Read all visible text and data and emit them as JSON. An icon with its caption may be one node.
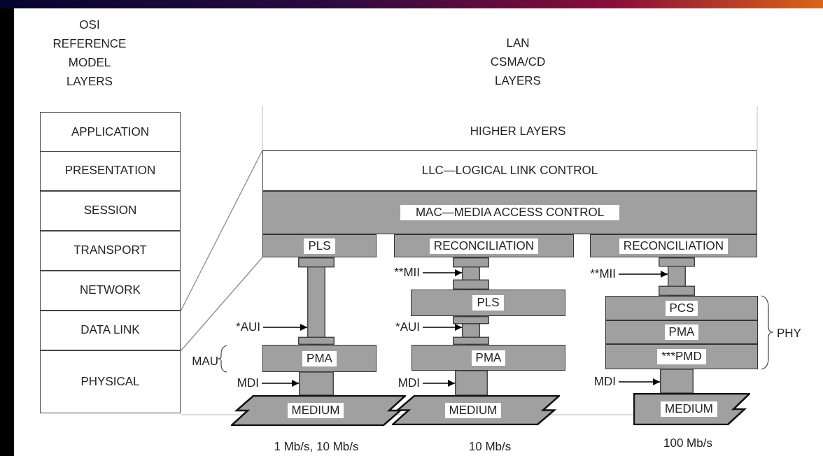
{
  "diagram": {
    "nodes": [
      {
        "text": [
          "APPLICATION"
        ]
      },
      {
        "text": [
          "PRESENTATION"
        ]
      },
      {
        "text": [
          "SESSION"
        ]
      },
      {
        "text": [
          "TRANSPORT"
        ]
      },
      {
        "text": [
          "NETWORK"
        ]
      },
      {
        "text": [
          "DATA LINK"
        ]
      },
      {
        "text": [
          "PHYSICAL"
        ]
      },
      {
        "text": [
          "LLC—LOGICAL LINK CONTROL"
        ]
      },
      {
        "text": [
          "MAC—MEDIA ACCESS CONTROL"
        ]
      },
      {
        "text": [
          "PLS"
        ]
      },
      {
        "text": [
          "RECONCILIATION"
        ]
      },
      {
        "text": [
          "RECONCILIATION"
        ]
      },
      {
        "text": [
          "PMA"
        ]
      },
      {
        "text": [
          "PLS"
        ]
      },
      {
        "text": [
          "PMA"
        ]
      },
      {
        "text": [
          "PCS"
        ]
      },
      {
        "text": [
          "PMA"
        ]
      },
      {
        "text": [
          "***PMD"
        ]
      },
      {
        "text": [
          "MEDIUM"
        ]
      },
      {
        "text": [
          "MEDIUM"
        ]
      },
      {
        "text": [
          "MEDIUM"
        ]
      },
      {
        "text": [
          "*AUI"
        ]
      },
      {
        "text": [
          "MDI"
        ]
      },
      {
        "text": [
          "**MII"
        ]
      },
      {
        "text": [
          "*AUI"
        ]
      },
      {
        "text": [
          "MDI"
        ]
      },
      {
        "text": [
          "**MII"
        ]
      },
      {
        "text": [
          "MDI"
        ]
      },
      {
        "text": [],
        "shape": "bar"
      },
      {
        "text": [],
        "shape": "bar"
      },
      {
        "text": [],
        "shape": "bar"
      },
      {
        "text": [],
        "shape": "bar"
      },
      {
        "text": [],
        "shape": "bar"
      },
      {
        "text": [],
        "shape": "bar"
      },
      {
        "text": [],
        "shape": "bar"
      }
    ],
    "edges": [
      {
        "from": 21,
        "to": 28,
        "arrow": "to"
      },
      {
        "from": 22,
        "to": 29,
        "arrow": "to"
      },
      {
        "from": 23,
        "to": 30,
        "arrow": "to"
      },
      {
        "from": 24,
        "to": 31,
        "arrow": "to"
      },
      {
        "from": 25,
        "to": 32,
        "arrow": "to"
      },
      {
        "from": 26,
        "to": 33,
        "arrow": "to"
      },
      {
        "from": 27,
        "to": 34,
        "arrow": "to"
      },
      {
        "from": 5,
        "to": 7,
        "arrow": "none",
        "color": "#8c8c8c"
      },
      {
        "from": 5,
        "to": 9,
        "arrow": "none",
        "color": "#8c8c8c"
      }
    ],
    "labels": [
      "OSI REFERENCE MODEL LAYERS",
      "LAN CSMA/CD LAYERS",
      "HIGHER LAYERS",
      "PHY",
      "MAU",
      "1 Mb/s, 10 Mb/s",
      "10 Mb/s",
      "100 Mb/s"
    ]
  }
}
